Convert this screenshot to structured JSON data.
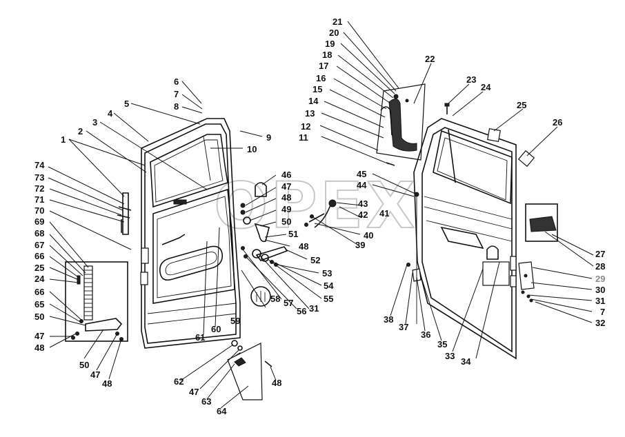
{
  "watermark": "OPEX",
  "labels": [
    {
      "id": "1",
      "text": "1"
    },
    {
      "id": "2",
      "text": "2"
    },
    {
      "id": "3",
      "text": "3"
    },
    {
      "id": "4",
      "text": "4"
    },
    {
      "id": "5",
      "text": "5"
    },
    {
      "id": "6",
      "text": "6"
    },
    {
      "id": "7a",
      "text": "7"
    },
    {
      "id": "8",
      "text": "8"
    },
    {
      "id": "9",
      "text": "9"
    },
    {
      "id": "10",
      "text": "10"
    },
    {
      "id": "11",
      "text": "11"
    },
    {
      "id": "12",
      "text": "12"
    },
    {
      "id": "13",
      "text": "13"
    },
    {
      "id": "14",
      "text": "14"
    },
    {
      "id": "15",
      "text": "15"
    },
    {
      "id": "16",
      "text": "16"
    },
    {
      "id": "17",
      "text": "17"
    },
    {
      "id": "18",
      "text": "18"
    },
    {
      "id": "19",
      "text": "19"
    },
    {
      "id": "20",
      "text": "20"
    },
    {
      "id": "21",
      "text": "21"
    },
    {
      "id": "22",
      "text": "22"
    },
    {
      "id": "23",
      "text": "23"
    },
    {
      "id": "24a",
      "text": "24"
    },
    {
      "id": "25a",
      "text": "25"
    },
    {
      "id": "26",
      "text": "26"
    },
    {
      "id": "27",
      "text": "27"
    },
    {
      "id": "28",
      "text": "28"
    },
    {
      "id": "29",
      "text": "29",
      "style": "gray"
    },
    {
      "id": "30",
      "text": "30"
    },
    {
      "id": "31a",
      "text": "31"
    },
    {
      "id": "7b",
      "text": "7"
    },
    {
      "id": "32",
      "text": "32"
    },
    {
      "id": "33",
      "text": "33"
    },
    {
      "id": "34",
      "text": "34"
    },
    {
      "id": "35",
      "text": "35"
    },
    {
      "id": "36",
      "text": "36"
    },
    {
      "id": "37",
      "text": "37"
    },
    {
      "id": "38",
      "text": "38"
    },
    {
      "id": "39",
      "text": "39"
    },
    {
      "id": "40",
      "text": "40"
    },
    {
      "id": "41",
      "text": "41"
    },
    {
      "id": "42",
      "text": "42"
    },
    {
      "id": "43",
      "text": "43"
    },
    {
      "id": "44",
      "text": "44"
    },
    {
      "id": "45",
      "text": "45"
    },
    {
      "id": "46",
      "text": "46"
    },
    {
      "id": "47a",
      "text": "47"
    },
    {
      "id": "48a",
      "text": "48"
    },
    {
      "id": "49",
      "text": "49"
    },
    {
      "id": "50a",
      "text": "50"
    },
    {
      "id": "51",
      "text": "51"
    },
    {
      "id": "48b",
      "text": "48"
    },
    {
      "id": "52",
      "text": "52"
    },
    {
      "id": "53",
      "text": "53"
    },
    {
      "id": "54",
      "text": "54"
    },
    {
      "id": "55",
      "text": "55"
    },
    {
      "id": "31b",
      "text": "31"
    },
    {
      "id": "56",
      "text": "56"
    },
    {
      "id": "57",
      "text": "57"
    },
    {
      "id": "58",
      "text": "58"
    },
    {
      "id": "59",
      "text": "59"
    },
    {
      "id": "60",
      "text": "60"
    },
    {
      "id": "61",
      "text": "61"
    },
    {
      "id": "62",
      "text": "62"
    },
    {
      "id": "47b",
      "text": "47"
    },
    {
      "id": "63",
      "text": "63"
    },
    {
      "id": "64",
      "text": "64"
    },
    {
      "id": "48c",
      "text": "48"
    },
    {
      "id": "74",
      "text": "74"
    },
    {
      "id": "73",
      "text": "73"
    },
    {
      "id": "72",
      "text": "72"
    },
    {
      "id": "71",
      "text": "71"
    },
    {
      "id": "70",
      "text": "70"
    },
    {
      "id": "69",
      "text": "69"
    },
    {
      "id": "68",
      "text": "68"
    },
    {
      "id": "67",
      "text": "67"
    },
    {
      "id": "66a",
      "text": "66"
    },
    {
      "id": "25b",
      "text": "25"
    },
    {
      "id": "24b",
      "text": "24"
    },
    {
      "id": "66b",
      "text": "66"
    },
    {
      "id": "65",
      "text": "65"
    },
    {
      "id": "50b",
      "text": "50"
    },
    {
      "id": "47c",
      "text": "47"
    },
    {
      "id": "48d",
      "text": "48"
    },
    {
      "id": "50c",
      "text": "50"
    },
    {
      "id": "47d",
      "text": "47"
    },
    {
      "id": "48e",
      "text": "48"
    }
  ]
}
